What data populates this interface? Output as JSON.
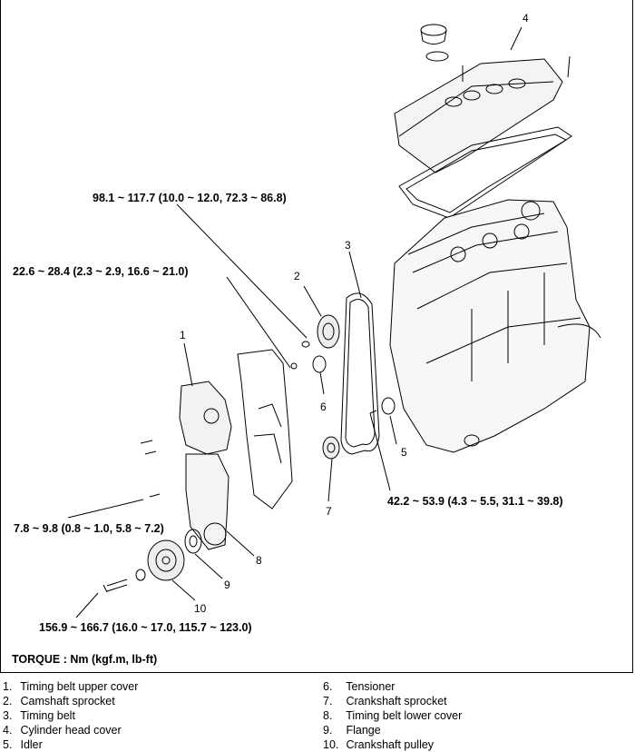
{
  "torques": {
    "t1": "98.1 ~ 117.7 (10.0 ~ 12.0, 72.3 ~ 86.8)",
    "t2": "22.6 ~ 28.4 (2.3 ~ 2.9, 16.6 ~ 21.0)",
    "t3": "42.2 ~ 53.9 (4.3 ~ 5.5, 31.1 ~ 39.8)",
    "t4": "7.8 ~ 9.8 (0.8 ~ 1.0, 5.8 ~ 7.2)",
    "t5": "156.9 ~ 166.7 (16.0 ~ 17.0, 115.7 ~ 123.0)"
  },
  "unit_label": "TORQUE : Nm (kgf.m, lb-ft)",
  "callouts": [
    "1",
    "2",
    "3",
    "4",
    "5",
    "6",
    "7",
    "8",
    "9",
    "10"
  ],
  "legend_left": [
    {
      "n": "1.",
      "t": "Timing belt upper cover"
    },
    {
      "n": "2.",
      "t": "Camshaft sprocket"
    },
    {
      "n": "3.",
      "t": "Timing belt"
    },
    {
      "n": "4.",
      "t": "Cylinder head cover"
    },
    {
      "n": "5.",
      "t": "Idler"
    }
  ],
  "legend_right": [
    {
      "n": "6.",
      "t": "Tensioner"
    },
    {
      "n": "7.",
      "t": "Crankshaft sprocket"
    },
    {
      "n": "8.",
      "t": "Timing belt lower cover"
    },
    {
      "n": "9.",
      "t": "Flange"
    },
    {
      "n": "10.",
      "t": "Crankshaft pulley"
    }
  ]
}
